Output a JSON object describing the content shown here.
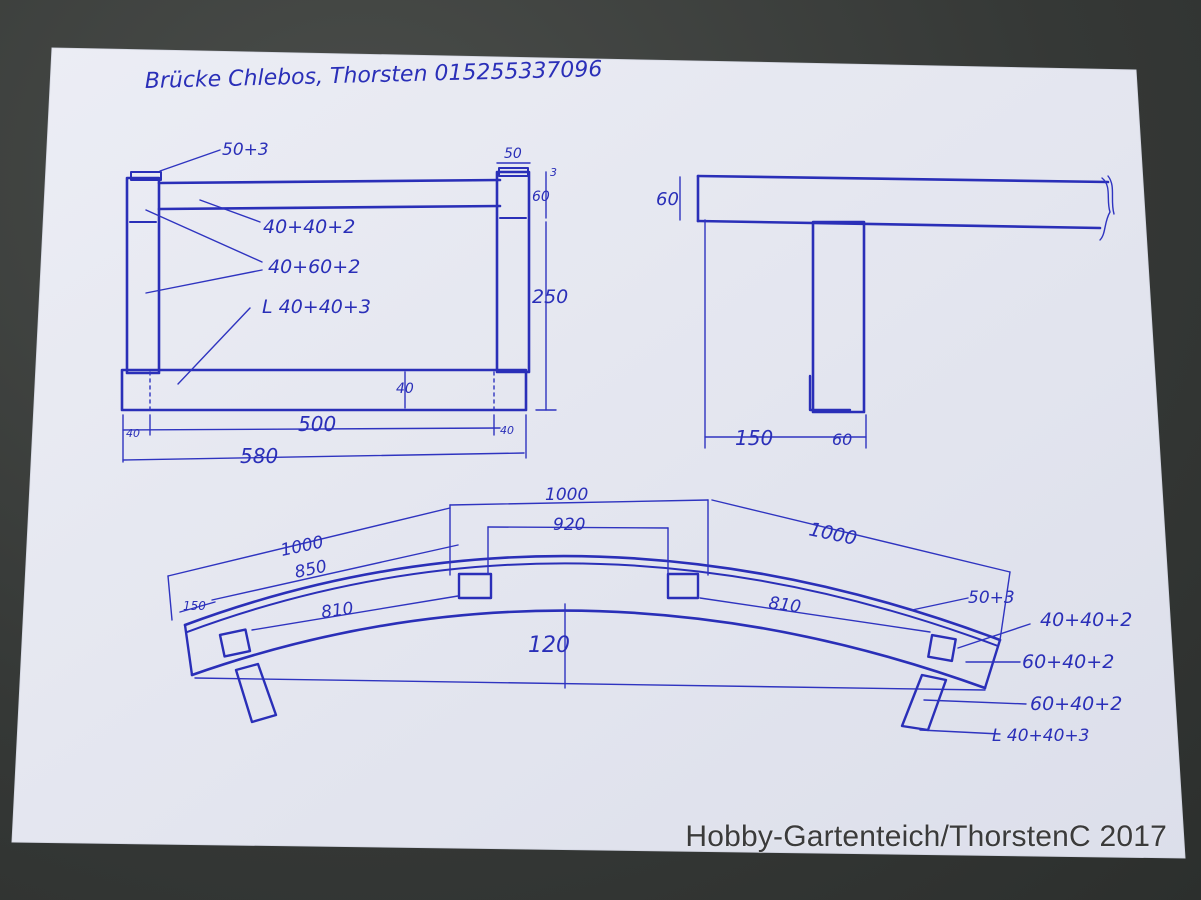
{
  "header": {
    "text": "Brücke    Chlebos, Thorsten    015255337096"
  },
  "front_view": {
    "top_post_size": "50+3",
    "right_post_width": "50",
    "right_post_cap": "3",
    "right_post_height": "60",
    "rail_label": "40+40+2",
    "post_label": "40+60+2",
    "angle_label": "L  40+40+3",
    "height": "250",
    "beam_height": "40",
    "inner_width": "500",
    "left_offset": "40",
    "right_offset": "40",
    "total_width": "580"
  },
  "side_view": {
    "beam_height": "60",
    "offset": "150",
    "post_width": "60"
  },
  "arch_view": {
    "span_left": "1000",
    "span_top": "1000",
    "span_right": "1000",
    "inner_left": "850",
    "inner_top": "920",
    "end_offset": "150",
    "lower_left": "810",
    "lower_right": "810",
    "rise": "120",
    "label_plank": "50+3",
    "label_rail": "40+40+2",
    "label_beam": "60+40+2",
    "label_leg": "60+40+2",
    "label_angle": "L  40+40+3"
  },
  "watermark": {
    "text": "Hobby-Gartenteich/ThorstenC 2017"
  }
}
